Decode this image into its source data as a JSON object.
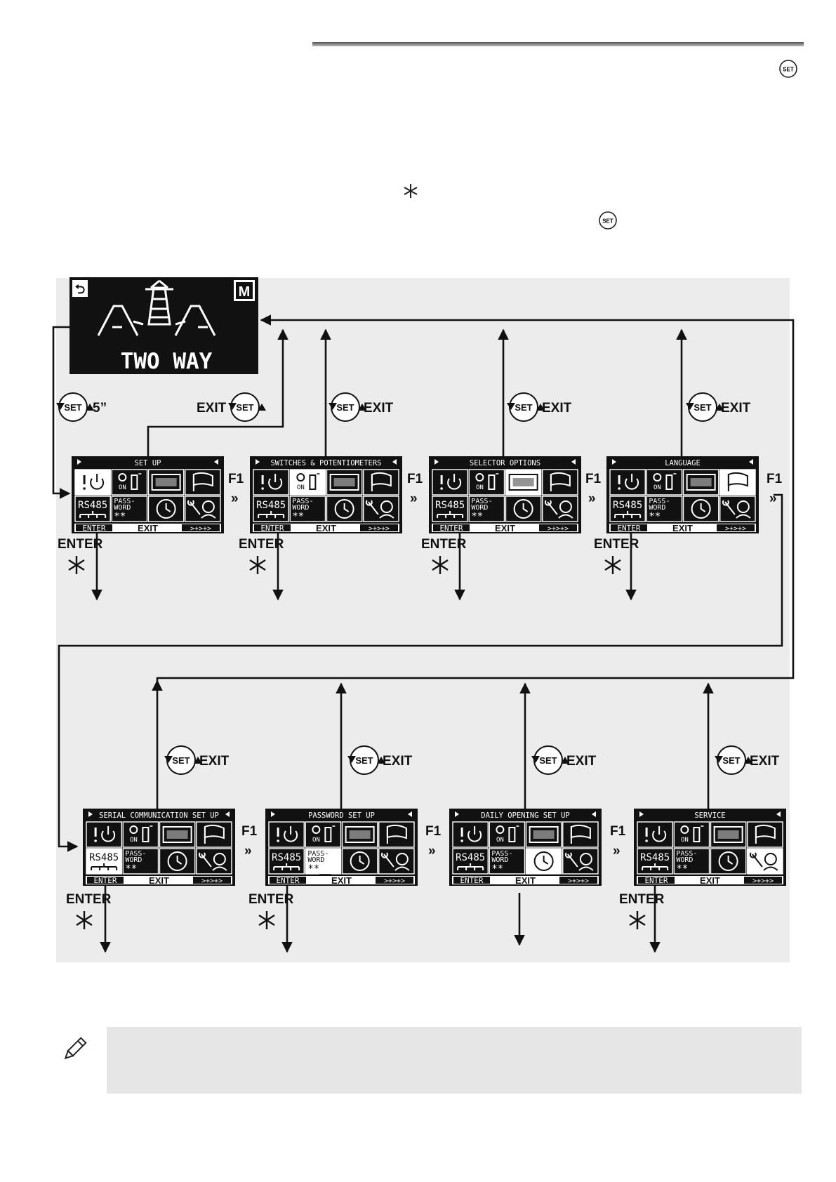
{
  "top_display": {
    "title": "TWO WAY",
    "corner_left": "⮌",
    "corner_right": "M"
  },
  "labels": {
    "set": "SET",
    "hold": "5”",
    "exit": "EXIT",
    "enter": "ENTER",
    "f1": "F1",
    "next": "»"
  },
  "screen": {
    "rs485": "RS485",
    "pass": "PASS-",
    "word": "WORD",
    "stars": "**__",
    "on": "ON",
    "enter": "ENTER",
    "exit": "EXIT",
    "nav": ">+>+>"
  },
  "screens": [
    {
      "title": "SET UP",
      "highlight": 0
    },
    {
      "title": "SWITCHES & POTENTIOMETERS",
      "highlight": 1
    },
    {
      "title": "SELECTOR OPTIONS",
      "highlight": 2
    },
    {
      "title": "LANGUAGE",
      "highlight": 3
    },
    {
      "title": "SERIAL COMMUNICATION SET UP",
      "highlight": 4
    },
    {
      "title": "PASSWORD SET UP",
      "highlight": 5
    },
    {
      "title": "DAILY OPENING SET UP",
      "highlight": 6
    },
    {
      "title": "SERVICE",
      "highlight": 7
    }
  ]
}
